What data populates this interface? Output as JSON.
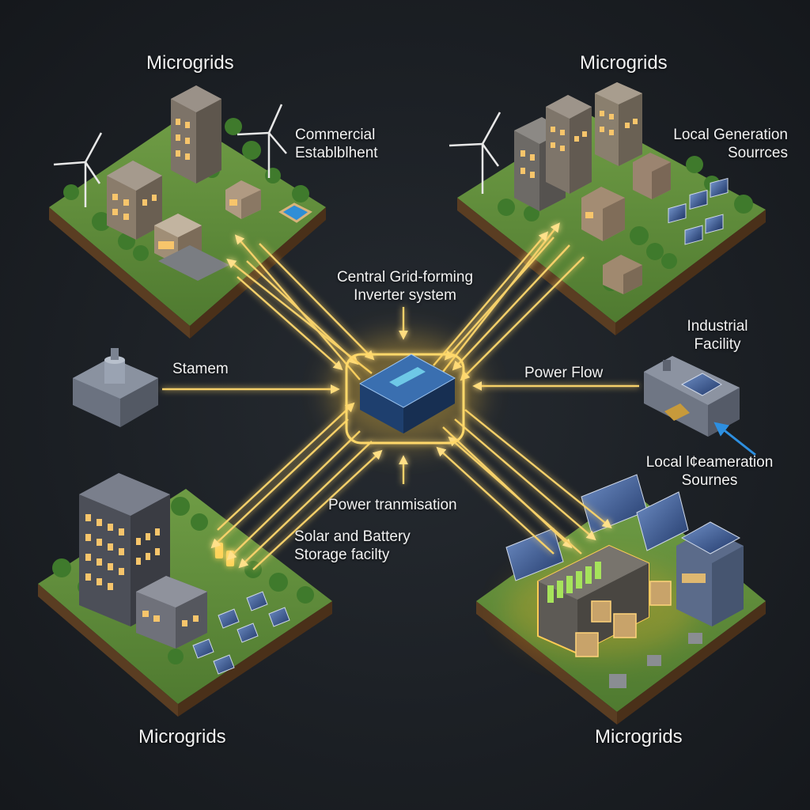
{
  "colors": {
    "background": "#1c2025",
    "power_line": "#f5d06a",
    "glow": "#ffcf4a",
    "grass": "#5f8a3a",
    "soil": "#5a3d22",
    "building": "#8a8278",
    "window_lit": "#f7c56b",
    "solar_panel": "#2e4f86",
    "inverter": "#2f5d9a",
    "accent_arrow": "#2d8fe0"
  },
  "labels": {
    "microgrids_tl": "Microgrids",
    "microgrids_tr": "Microgrids",
    "microgrids_bl": "Microgrids",
    "microgrids_br": "Microgrids",
    "commercial_line1": "Commercial",
    "commercial_line2": "Establblhent",
    "local_gen_line1": "Local Generation",
    "local_gen_line2": "Sourrces",
    "central_line1": "Central Grid-forming",
    "central_line2": "Inverter system",
    "stamem": "Stamem",
    "industrial_line1": "Industrial",
    "industrial_line2": "Facility",
    "power_flow": "Power Flow",
    "local_gen2_line1": "Local Ɩ¢eameration",
    "local_gen2_line2": "Sournes",
    "power_transmission": "Power tranmisation",
    "solar_battery_line1": "Solar and Battery",
    "solar_battery_line2": "Storage facilty"
  },
  "icons": {
    "inverter": "inverter-icon",
    "substation": "substation-icon",
    "industrial": "factory-icon",
    "wind": "wind-turbine-icon",
    "solar": "solar-panel-icon",
    "battery": "battery-icon"
  }
}
